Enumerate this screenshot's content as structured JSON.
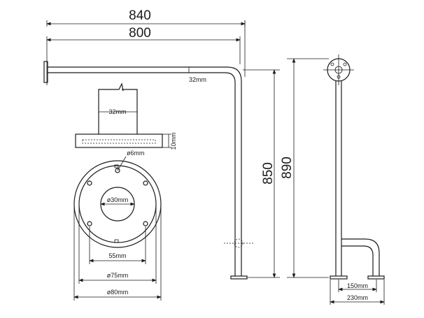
{
  "dimensions": {
    "total_width": "840",
    "arm_length": "800",
    "tube_dia_side": "32mm",
    "tube_dia_detail": "32mm",
    "plate_thickness": "10mm",
    "hole_dia": "ø6mm",
    "center_dia": "ø30mm",
    "hole_span": "55mm",
    "flange_inner": "ø75mm",
    "flange_outer": "ø80mm",
    "height_850": "850",
    "height_890": "890",
    "foot_150": "150mm",
    "foot_230": "230mm"
  }
}
